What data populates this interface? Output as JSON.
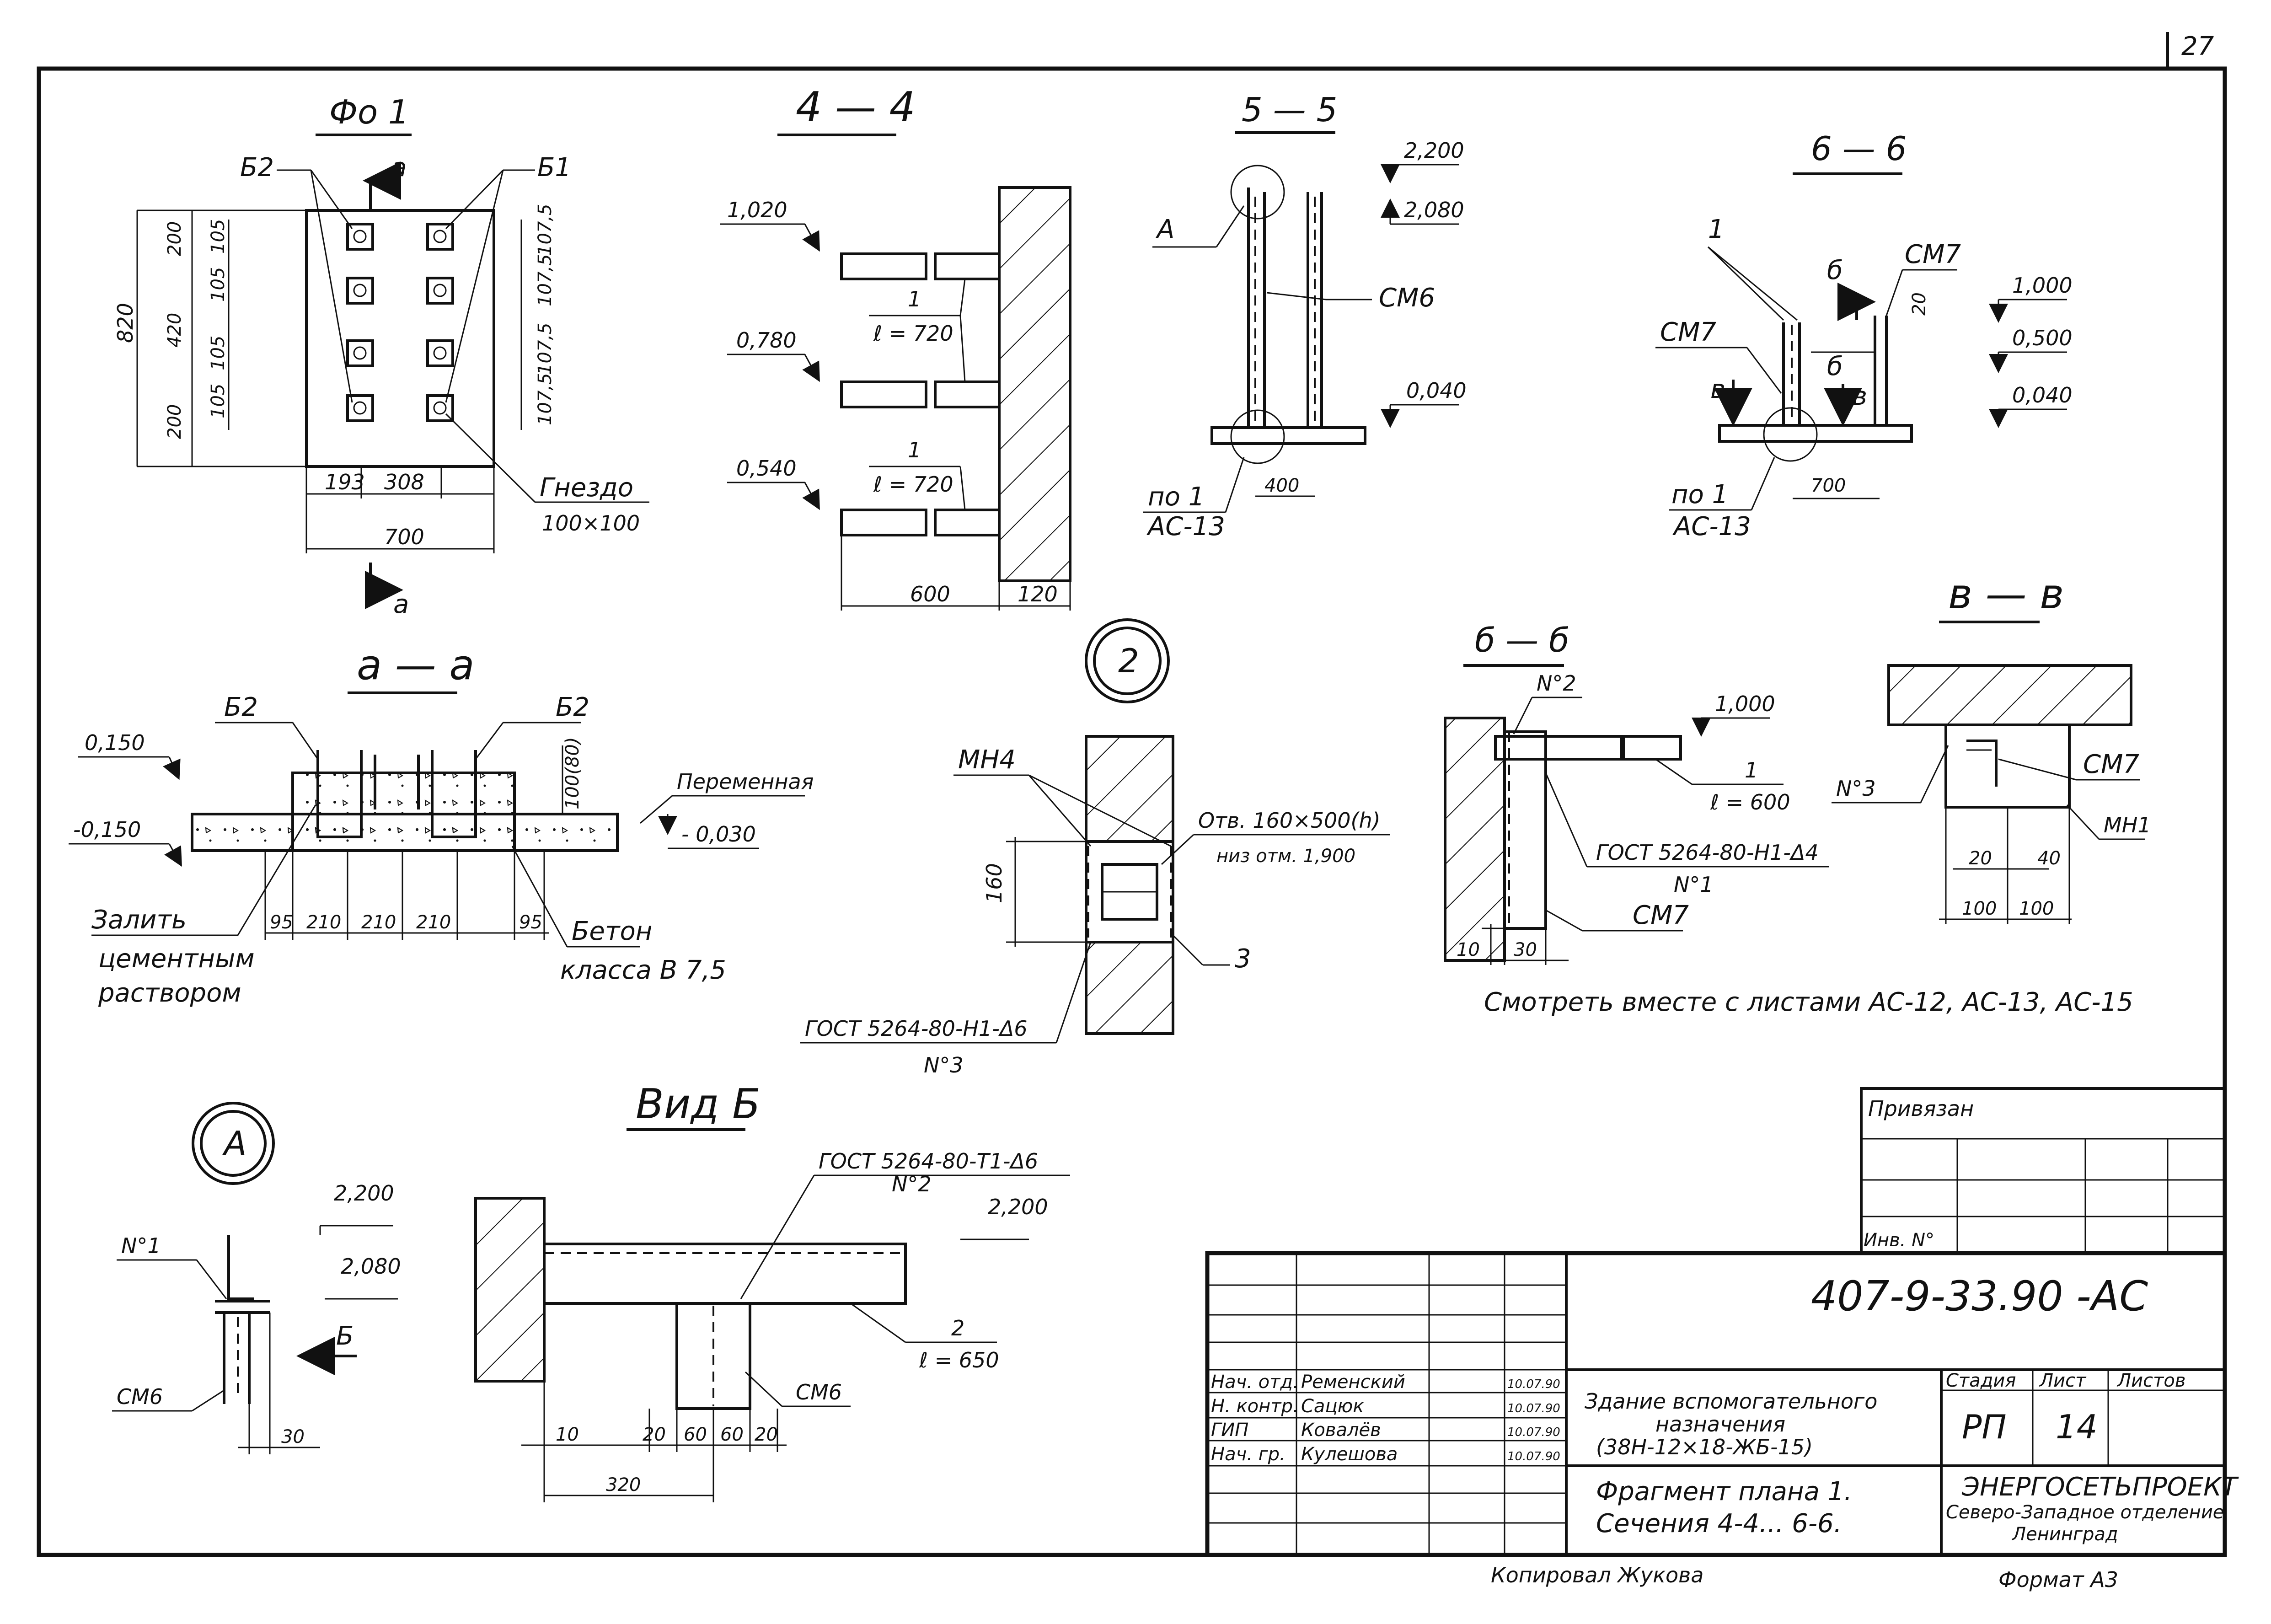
{
  "sheet_number": "27",
  "sections": {
    "fo1": {
      "title": "Фо 1",
      "b2": "Б2",
      "b1": "Б1",
      "a_cut": "а",
      "dim_820": "820",
      "dim_200_top": "200",
      "dim_420": "420",
      "dim_200_bot": "200",
      "dim_105a": "105",
      "dim_105b": "105",
      "dim_105c": "105",
      "dim_105d": "105",
      "dim_1075a": "107,5",
      "dim_1075b": "107,5",
      "dim_1075c": "107,5",
      "dim_1075d": "107,5",
      "dim_193": "193",
      "dim_308": "308",
      "dim_700": "700",
      "nest_label": "Гнездо",
      "nest_size": "100×100"
    },
    "s44": {
      "title": "4 — 4",
      "lvl1": "1,020",
      "lvl2": "0,780",
      "lvl3": "0,540",
      "mark1": "1",
      "len1": "ℓ = 720",
      "mark2": "1",
      "len2": "ℓ = 720",
      "dim_600": "600",
      "dim_120": "120"
    },
    "s55": {
      "title": "5 — 5",
      "lvl_top": "2,200",
      "lvl_2": "2,080",
      "lvl_3": "0,040",
      "a_ref": "А",
      "cm6": "СМ6",
      "dim_400": "400",
      "pos": "по 1",
      "sheet_ref": "АС-13"
    },
    "s66": {
      "title": "6 — 6",
      "mark1": "1",
      "b_cut": "б",
      "cm7_top": "СМ7",
      "dim_20": "20",
      "lvl1": "1,000",
      "cm7_left": "СМ7",
      "lvl2": "0,500",
      "lvl3": "0,040",
      "b_top": "б",
      "v_left": "в",
      "v_right": "в",
      "dim_700": "700",
      "pos": "по 1",
      "sheet_ref": "АС-13"
    },
    "aa": {
      "title": "а — а",
      "lvl1": "0,150",
      "lvl2": "-0,150",
      "lvl3": "- 0,030",
      "b2a": "Б2",
      "b2b": "Б2",
      "dim_top": "100(80)",
      "variable": "Переменная",
      "d95a": "95",
      "d210a": "210",
      "d210b": "210",
      "d210c": "210",
      "d95b": "95",
      "fill1": "Залить",
      "fill2": "цементным",
      "fill3": "раствором",
      "conc1": "Бетон",
      "conc2": "класса В 7,5"
    },
    "node2": {
      "number": "2",
      "mn4": "МН4",
      "hole1": "Отв. 160×500(h)",
      "hole2": "низ отм. 1,900",
      "dim_160": "160",
      "weld": "ГОСТ 5264-80-Н1-Δ6",
      "weld_no": "N°3",
      "ref3": "3"
    },
    "bb": {
      "title": "б — б",
      "no2": "N°2",
      "lvl": "1,000",
      "mark": "1",
      "len": "ℓ = 600",
      "weld": "ГОСТ 5264-80-Н1-Δ4",
      "weld_no": "N°1",
      "cm7": "СМ7",
      "dim_10": "10",
      "dim_30": "30"
    },
    "vv": {
      "title": "в — в",
      "no3": "N°3",
      "cm7": "СМ7",
      "mn1": "МН1",
      "dim_20": "20",
      "dim_40": "40",
      "dim_100a": "100",
      "dim_100b": "100"
    },
    "note": "Смотреть вместе с листами АС-12, АС-13, АС-15",
    "nodeA": {
      "letter": "А",
      "no1": "N°1",
      "lvl1": "2,200",
      "lvl2": "2,080",
      "view": "Б",
      "cm6": "СМ6",
      "dim_30": "30"
    },
    "vidB": {
      "title": "Вид Б",
      "weld": "ГОСТ 5264-80-Т1-Δ6",
      "weld_no": "N°2",
      "lvl": "2,200",
      "mark": "2",
      "len": "ℓ = 650",
      "cm6": "СМ6",
      "d10": "10",
      "d20a": "20",
      "d60a": "60",
      "d60b": "60",
      "d20b": "20",
      "d320": "320"
    }
  },
  "stamp": {
    "privyazan": "Привязан",
    "inv": "Инв. N°",
    "code": "407-9-33.90 -АС",
    "rows": [
      {
        "role": "Нач. отд.",
        "name": "Ременский",
        "date": "10.07.90"
      },
      {
        "role": "Н. контр.",
        "name": "Сацюк",
        "date": "10.07.90"
      },
      {
        "role": "ГИП",
        "name": "Ковалёв",
        "date": "10.07.90"
      },
      {
        "role": "Нач. гр.",
        "name": "Кулешова",
        "date": "10.07.90"
      }
    ],
    "building1": "Здание вспомогательного",
    "building2": "назначения",
    "building3": "(38Н-12×18-ЖБ-15)",
    "stage_h": "Стадия",
    "sheet_h": "Лист",
    "sheets_h": "Листов",
    "stage": "РП",
    "sheet": "14",
    "fragment1": "Фрагмент плана 1.",
    "fragment2": "Сечения 4-4... 6-6.",
    "org1": "ЭНЕРГОСЕТЬПРОЕКТ",
    "org2": "Северо-Западное отделение",
    "org3": "Ленинград",
    "copied": "Копировал Жукова",
    "format": "Формат А3"
  }
}
